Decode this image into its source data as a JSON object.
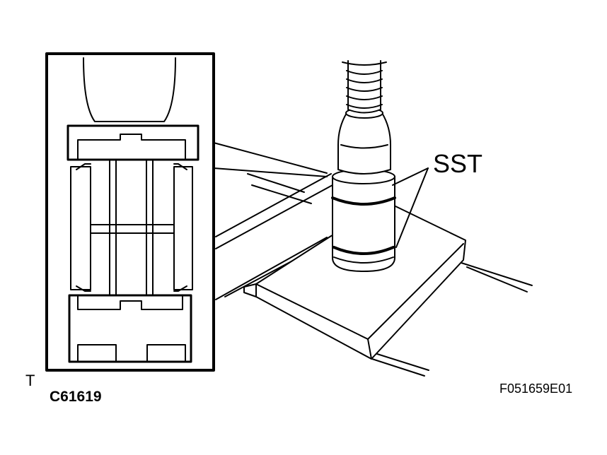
{
  "labels": {
    "tool": "SST",
    "corner_mark": "T",
    "part_number": "C61619",
    "figure_id": "F051659E01"
  },
  "colors": {
    "line": "#000000",
    "background": "#ffffff"
  }
}
